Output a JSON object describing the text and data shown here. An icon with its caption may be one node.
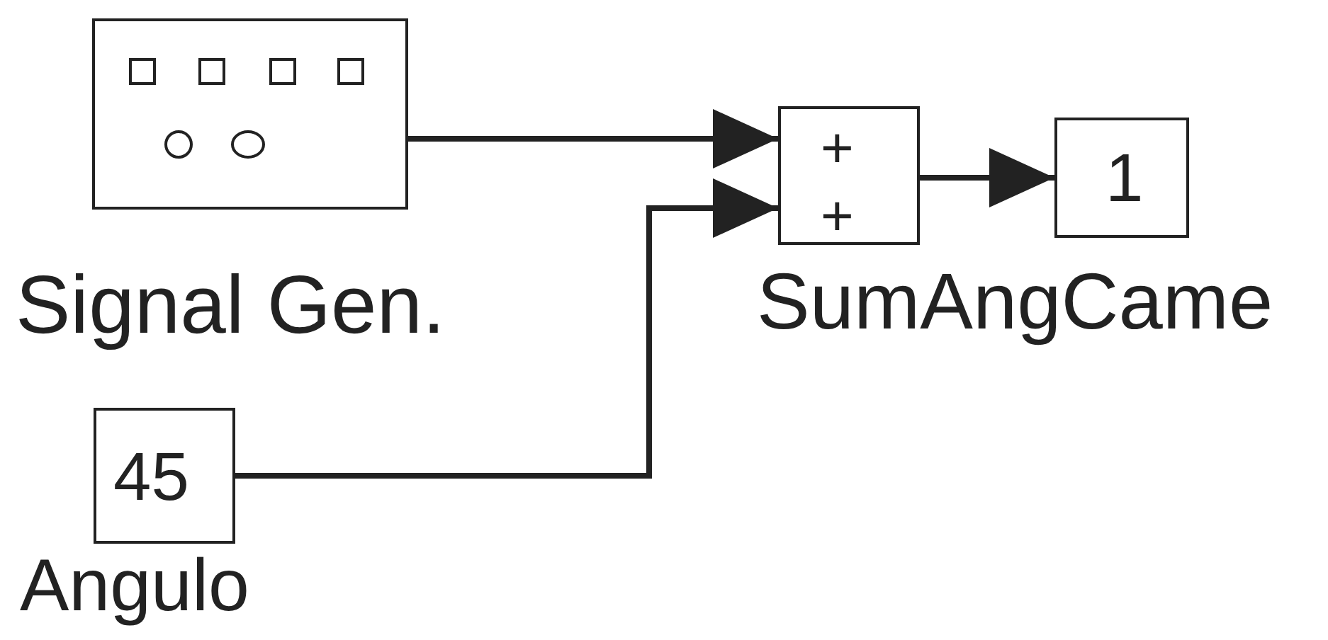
{
  "diagram": {
    "nodes": [
      {
        "text": [
          "Signal Gen."
        ]
      },
      {
        "text": [
          "+",
          "+",
          "SumAngCame"
        ]
      },
      {
        "text": [
          "1"
        ]
      },
      {
        "text": [
          "45",
          "Angulo"
        ]
      }
    ],
    "edges": [
      {
        "from": 0,
        "to": 1,
        "arrow": "to"
      },
      {
        "from": 3,
        "to": 1,
        "arrow": "to"
      },
      {
        "from": 1,
        "to": 2,
        "arrow": "to"
      }
    ]
  }
}
